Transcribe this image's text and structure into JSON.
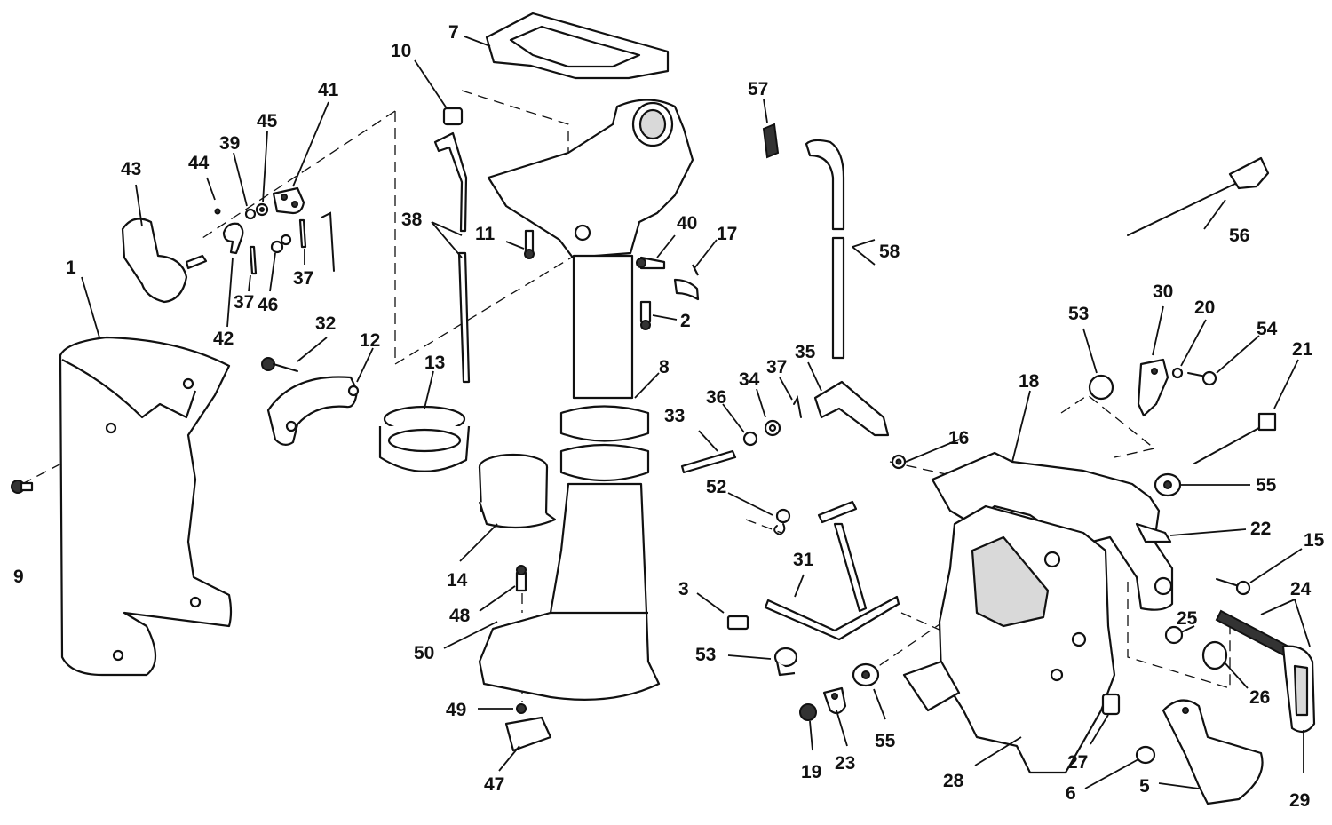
{
  "callouts": [
    "1",
    "2",
    "3",
    "5",
    "6",
    "7",
    "8",
    "9",
    "10",
    "11",
    "12",
    "13",
    "14",
    "15",
    "16",
    "17",
    "18",
    "19",
    "20",
    "21",
    "22",
    "23",
    "24",
    "25",
    "26",
    "27",
    "28",
    "29",
    "30",
    "31",
    "32",
    "33",
    "34",
    "35",
    "36",
    "37",
    "37",
    "37",
    "38",
    "39",
    "40",
    "41",
    "42",
    "43",
    "44",
    "45",
    "46",
    "47",
    "48",
    "49",
    "50",
    "52",
    "53",
    "53",
    "54",
    "55",
    "55",
    "56",
    "57",
    "58"
  ]
}
